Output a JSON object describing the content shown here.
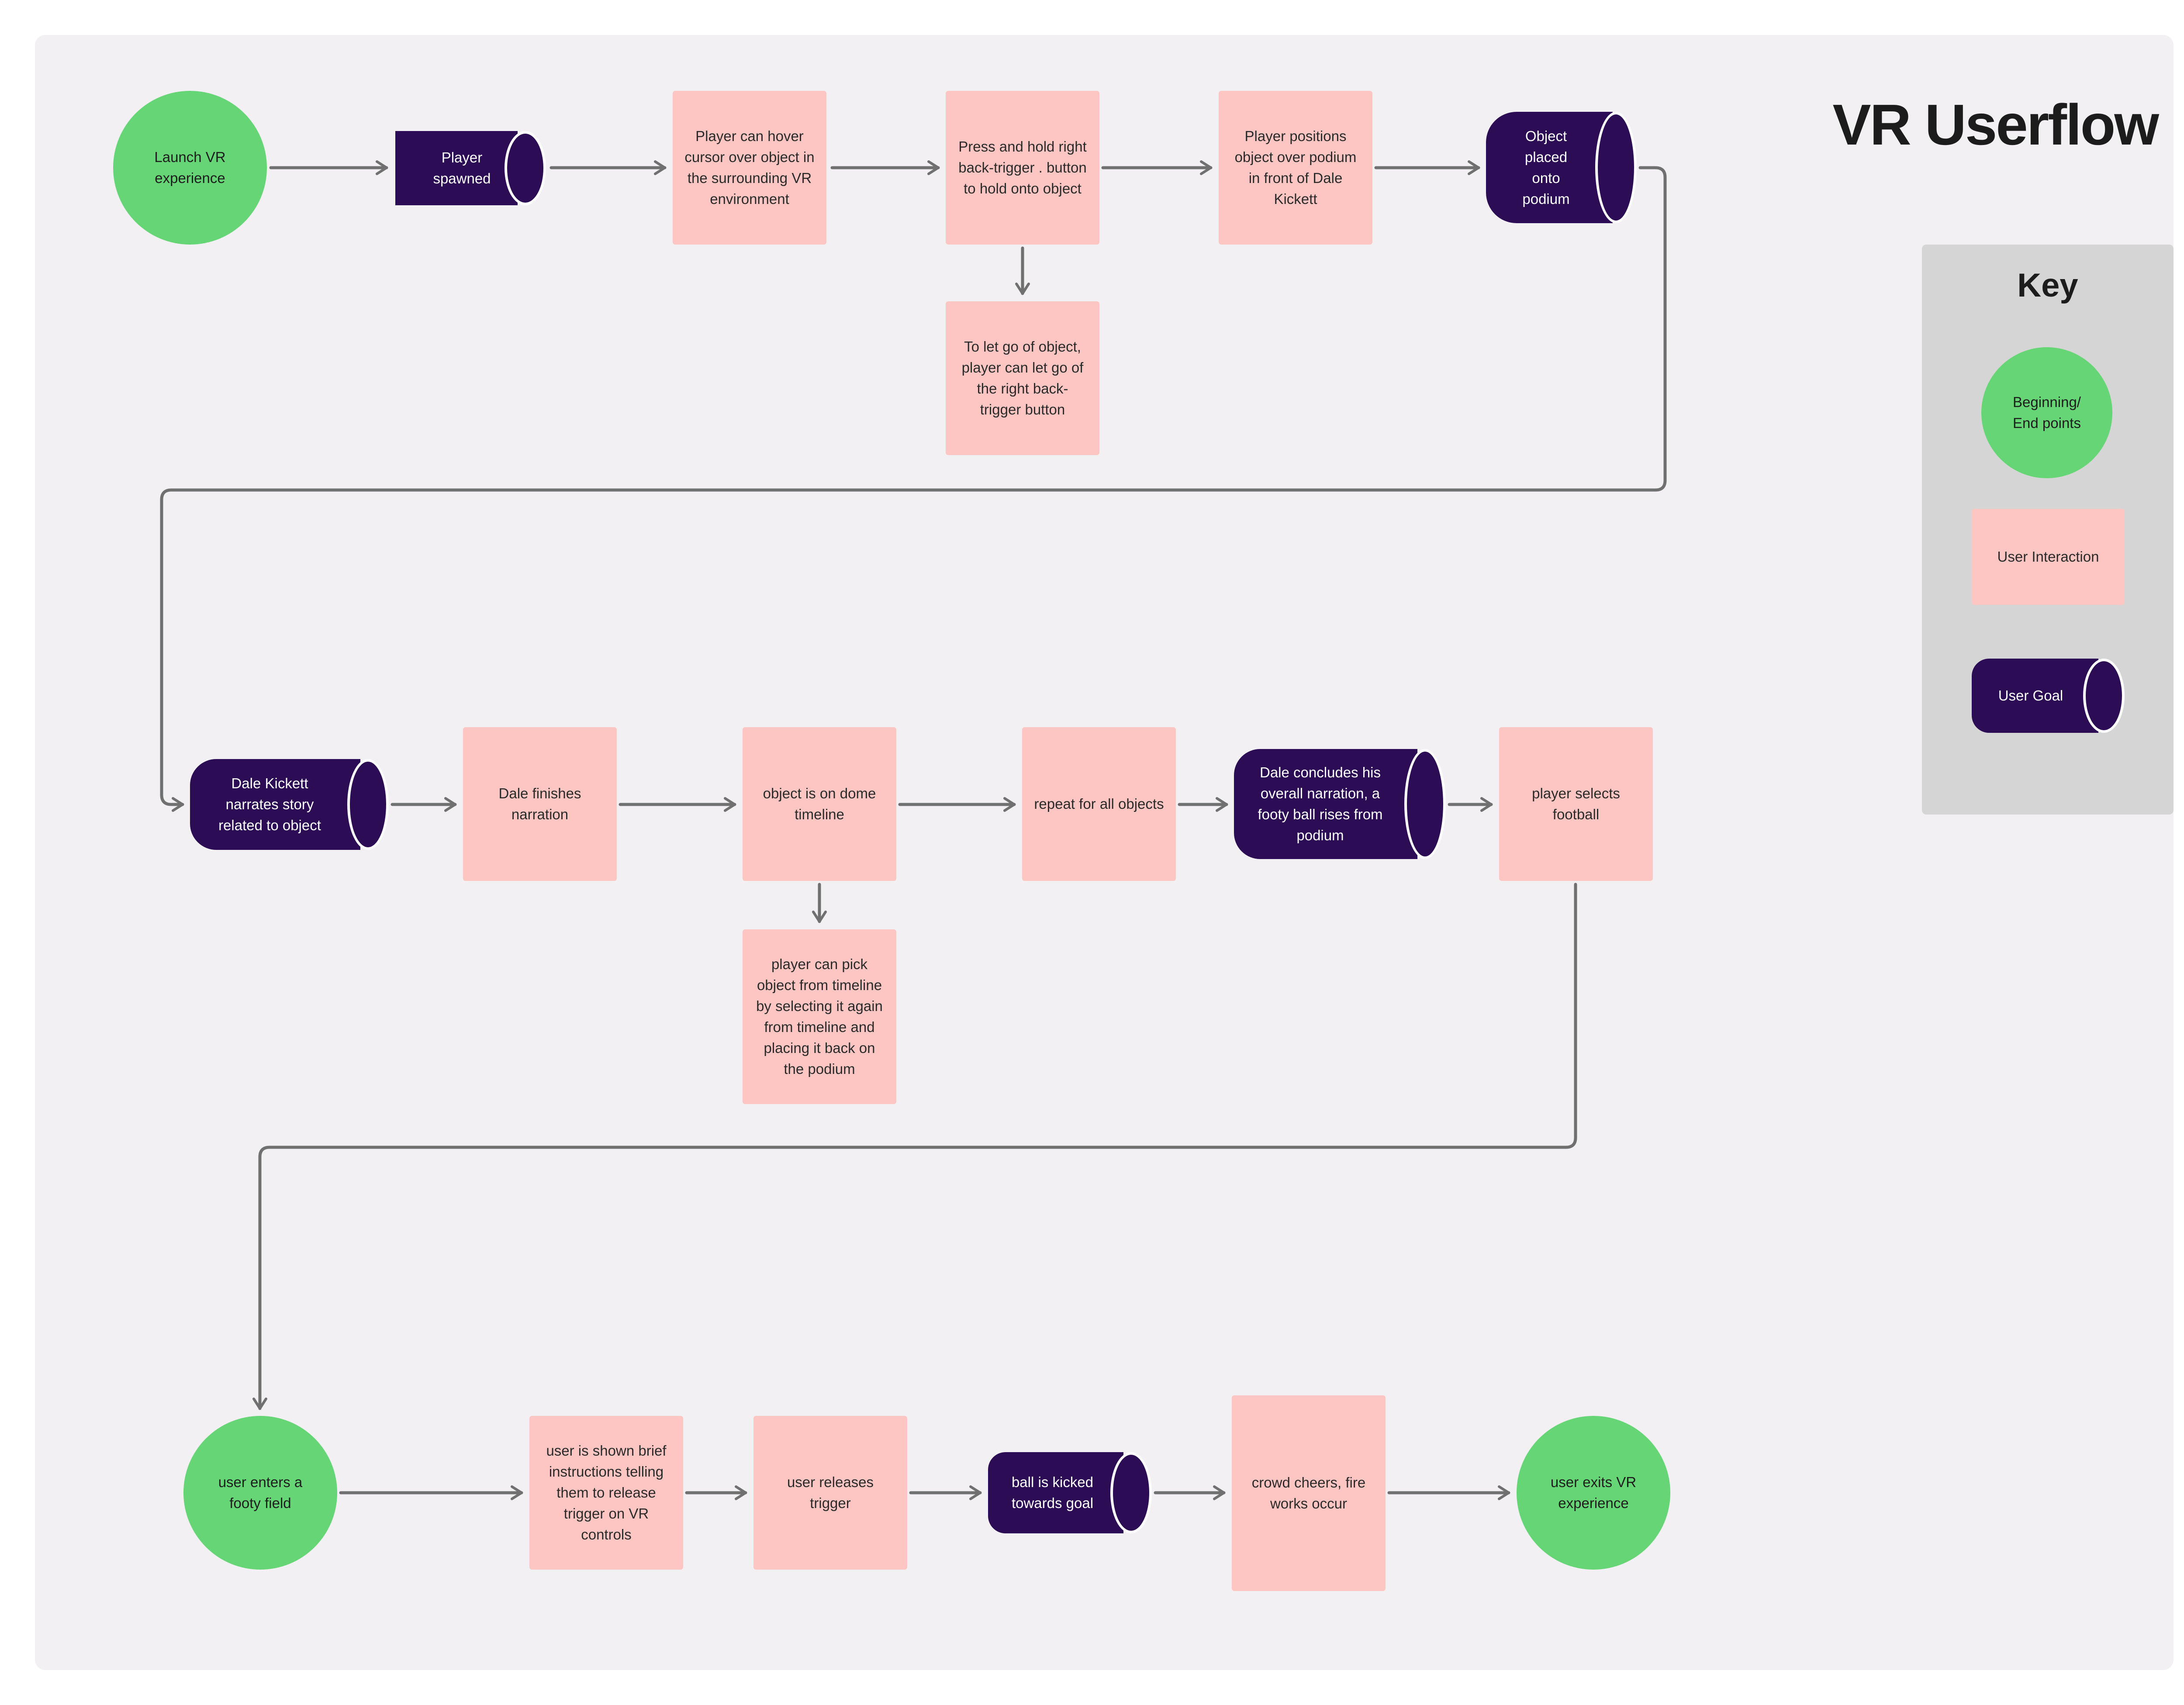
{
  "title": "VR Userflow",
  "colors": {
    "board": "#f2f0f3",
    "start_end": "#66d575",
    "user_interaction": "#fdc6c2",
    "user_goal": "#2c0c55",
    "connector": "#707070",
    "key_panel": "#d5d5d5"
  },
  "nodes": {
    "launch": "Launch VR experience",
    "spawned": "Player spawned",
    "hover": "Player can hover cursor over object in the surrounding VR environment",
    "press_hold": "Press and hold right back-trigger . button to hold onto object",
    "let_go": "To let go of object, player can let go of the right back-trigger button",
    "positions": "Player positions object over podium in front of Dale Kickett",
    "placed": "Object placed onto podium",
    "narrates": "Dale Kickett narrates story related to object",
    "finishes": "Dale finishes narration",
    "dome": "object is on dome timeline",
    "pick": "player can pick object from timeline by selecting it again from timeline and placing it back on the podium",
    "repeat": "repeat for all objects",
    "concludes": "Dale concludes his overall narration, a footy ball rises from podium",
    "selects": "player selects football",
    "enters": "user enters a footy field",
    "instructions": "user is shown brief instructions telling them to release trigger on VR controls",
    "releases": "user releases trigger",
    "kicked": "ball is kicked towards goal",
    "crowd": "crowd cheers, fire works occur",
    "exits": "user exits VR experience"
  },
  "key": {
    "title": "Key",
    "start_end": "Beginning/ End points",
    "user_interaction": "User Interaction",
    "user_goal": "User Goal"
  }
}
